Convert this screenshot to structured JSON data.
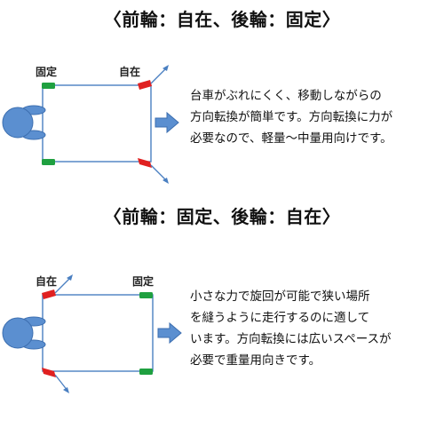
{
  "section1": {
    "heading": "〈前輪：自在、後輪：固定〉",
    "label_left": "固定",
    "label_right": "自在",
    "description_lines": [
      "台車がぶれにくく、移動しながらの",
      "方向転換が簡単です。方向転換に力が",
      "必要なので、軽量～中量用向けです。"
    ]
  },
  "section2": {
    "heading": "〈前輪：固定、後輪：自在〉",
    "label_left": "自在",
    "label_right": "固定",
    "description_lines": [
      "小さな力で旋回が可能で狭い場所",
      "を縫うように走行するのに適して",
      "います。方向転換には広いスペースが",
      "必要で重量用向きです。"
    ]
  },
  "colors": {
    "cart_outline": "#4a7fc1",
    "person": "#5b8fd0",
    "arrow": "#5b8fd0",
    "swivel_wheel": "#e02020",
    "fixed_wheel": "#1fa040"
  }
}
